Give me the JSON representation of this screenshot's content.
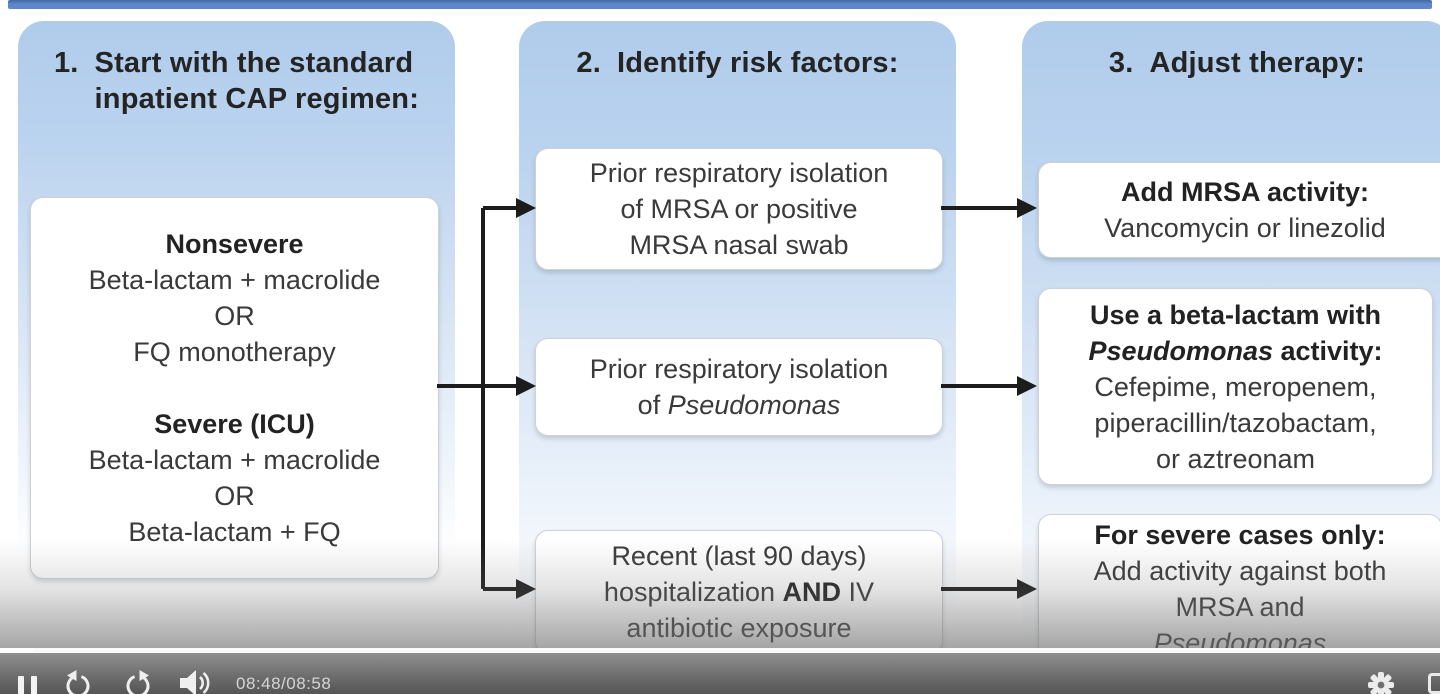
{
  "slide": {
    "col1": {
      "num": "1.",
      "header_line1": "Start with the standard",
      "header_line2": "inpatient CAP regimen:",
      "box": {
        "subhead1": "Nonsevere",
        "l1": "Beta-lactam + macrolide",
        "l2": "OR",
        "l3": "FQ monotherapy",
        "subhead2": "Severe (ICU)",
        "l4": "Beta-lactam + macrolide",
        "l5": "OR",
        "l6": "Beta-lactam + FQ"
      }
    },
    "col2": {
      "num": "2.",
      "header": "Identify risk factors:",
      "risk1": {
        "l1": "Prior respiratory isolation",
        "l2": "of MRSA or positive",
        "l3": "MRSA nasal swab"
      },
      "risk2": {
        "l1": "Prior respiratory isolation",
        "l2_pre": "of ",
        "l2_italic": "Pseudomonas"
      },
      "risk3": {
        "l1": "Recent (last 90 days)",
        "l2_pre": "hospitalization ",
        "l2_bold": "AND",
        "l2_post": " IV",
        "l3": "antibiotic exposure"
      }
    },
    "col3": {
      "num": "3.",
      "header": "Adjust therapy:",
      "tx1": {
        "bold": "Add MRSA activity:",
        "text": "Vancomycin or linezolid"
      },
      "tx2": {
        "bold_l1": "Use a beta-lactam with",
        "bold_italic": "Pseudomonas",
        "bold_post": " activity:",
        "l3": "Cefepime, meropenem,",
        "l4": "piperacillin/tazobactam,",
        "l5": "or aztreonam"
      },
      "tx3": {
        "bold": "For severe cases only:",
        "l2": "Add activity against both",
        "l3": "MRSA and",
        "l4_italic": "Pseudomonas"
      }
    }
  },
  "player": {
    "time": "08:48/08:58"
  },
  "colors": {
    "accent_blue": "#5d87ca",
    "panel_blue": "#b5cfec",
    "arrow": "#1c1c1c",
    "bar_gray": "#6e6e6e"
  }
}
